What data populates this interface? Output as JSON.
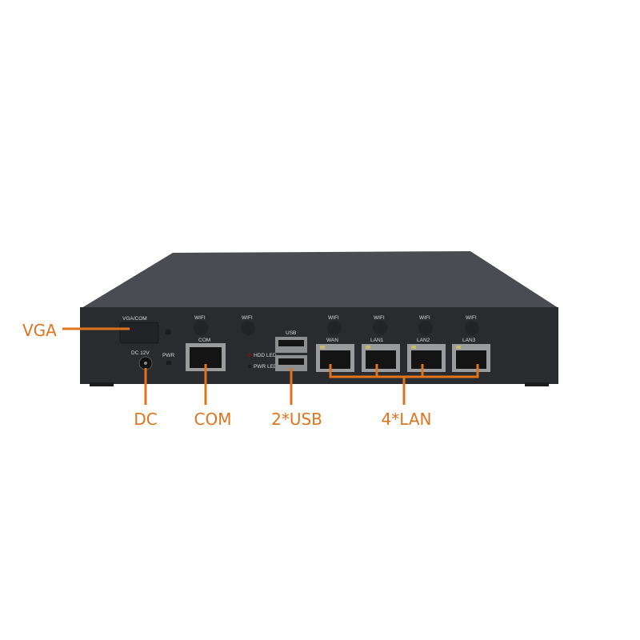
{
  "colors": {
    "callout": "#e0741c",
    "chassis_front": "#2a2b2f",
    "chassis_top": "#4a4c51"
  },
  "device": {
    "silkscreen": {
      "vga_com": "VGA/COM",
      "dc": "DC  12V",
      "pwr": "PWR",
      "com": "COM",
      "wifi": "WIFI",
      "usb": "USB",
      "hdd_led": "HDD LED",
      "pwr_led": "PWR LED",
      "wan": "WAN",
      "lan1": "LAN1",
      "lan2": "LAN2",
      "lan3": "LAN3"
    }
  },
  "callouts": {
    "vga": "VGA",
    "dc": "DC",
    "com": "COM",
    "usb": "2*USB",
    "lan": "4*LAN"
  }
}
